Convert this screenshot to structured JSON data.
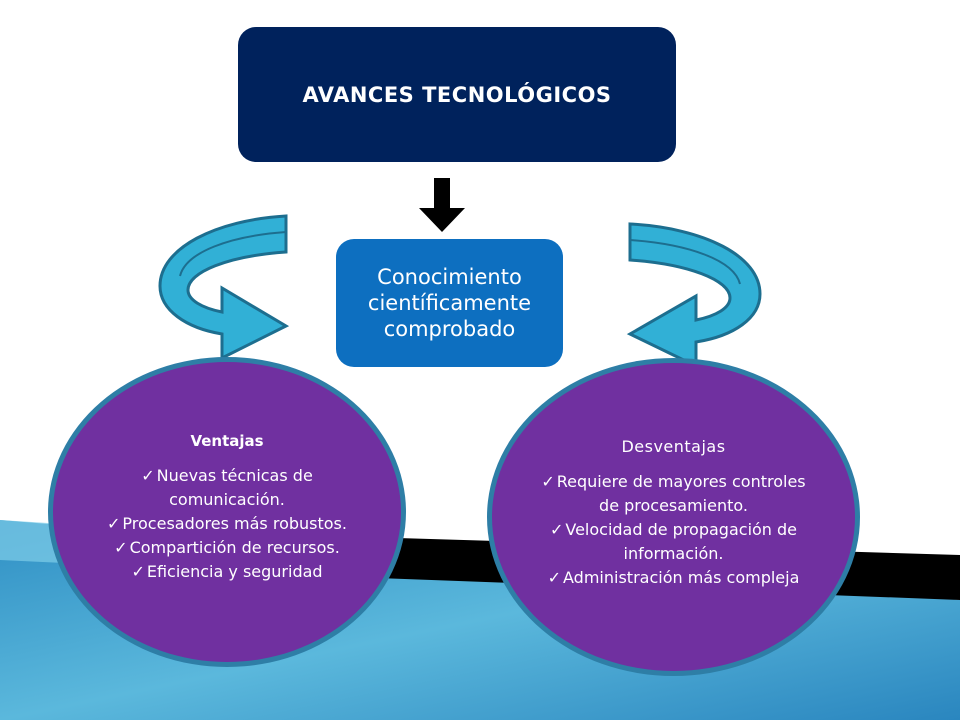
{
  "title": "AVANCES TECNOLÓGICOS",
  "center_lines": [
    "Conocimiento",
    "científicamente",
    "comprobado"
  ],
  "check_glyph": "✓",
  "ventajas": {
    "heading": "Ventajas",
    "items": [
      "Nuevas técnicas de comunicación.",
      "Procesadores más robustos.",
      "Compartición de recursos.",
      "Eficiencia y seguridad"
    ]
  },
  "desventajas": {
    "heading": "Desventajas",
    "items": [
      "Requiere de mayores controles de procesamiento.",
      "Velocidad de propagación de información.",
      "Administración más compleja"
    ]
  },
  "colors": {
    "title_box": "#00225c",
    "center_box": "#0d6fc0",
    "oval_fill": "#7030a0",
    "oval_border": "#2e7ea6",
    "curved_arrow": "#31b0d6",
    "down_arrow": "#000000"
  }
}
